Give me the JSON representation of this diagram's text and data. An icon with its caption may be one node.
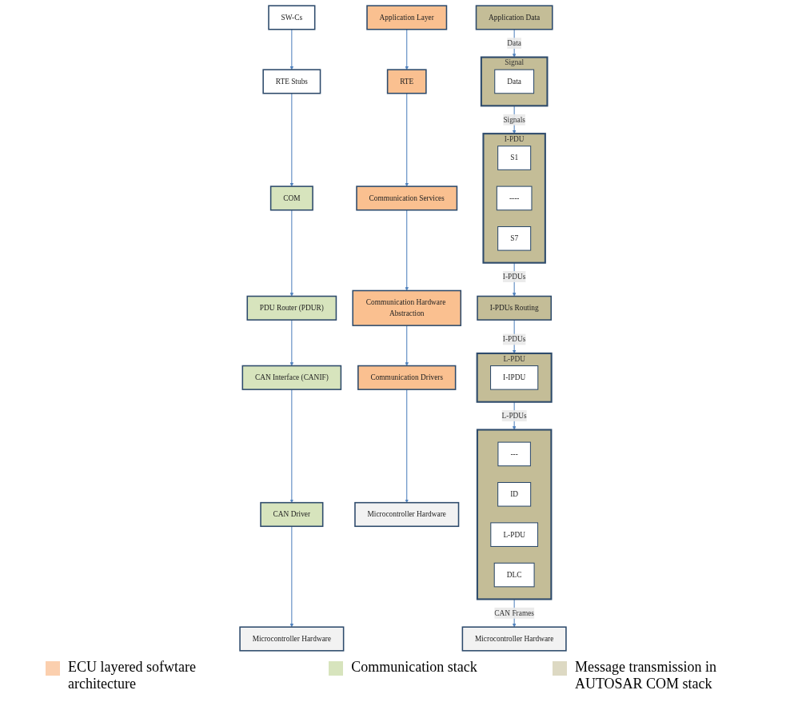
{
  "diagram": {
    "nodes": [
      {
        "text": [
          "Application Layer"
        ]
      },
      {
        "text": [
          "RTE"
        ]
      },
      {
        "text": [
          "Communication Services"
        ]
      },
      {
        "text": [
          "Communication Hardware Abstraction"
        ]
      },
      {
        "text": [
          "Communication Drivers"
        ]
      },
      {
        "text": [
          "Microcontroller Hardware"
        ]
      },
      {
        "text": [
          "SW-Cs"
        ]
      },
      {
        "text": [
          "RTE Stubs"
        ]
      },
      {
        "text": [
          "COM"
        ]
      },
      {
        "text": [
          "PDU Router (PDUR)"
        ]
      },
      {
        "text": [
          "CAN Interface (CANIF)"
        ]
      },
      {
        "text": [
          "CAN Driver"
        ]
      },
      {
        "text": [
          "Microcontroller Hardware"
        ]
      },
      {
        "text": [
          "Application Data"
        ]
      },
      {
        "text": [
          "Signal"
        ]
      },
      {
        "text": [
          "Data"
        ],
        "in": 14
      },
      {
        "text": [
          "I-PDU"
        ]
      },
      {
        "text": [
          "S1"
        ],
        "in": 16
      },
      {
        "text": [
          "----"
        ],
        "in": 16
      },
      {
        "text": [
          "S7"
        ],
        "in": 16
      },
      {
        "text": [
          "I-PDUs Routing"
        ]
      },
      {
        "text": [
          "L-PDU"
        ]
      },
      {
        "text": [
          "I-IPDU"
        ],
        "in": 21
      },
      {
        "text": [],
        "shape": "box"
      },
      {
        "text": [
          "---"
        ],
        "in": 23
      },
      {
        "text": [
          "ID"
        ],
        "in": 23
      },
      {
        "text": [
          "L-PDU"
        ],
        "in": 23
      },
      {
        "text": [
          "DLC"
        ],
        "in": 23
      },
      {
        "text": [
          "Microcontroller Hardware"
        ]
      }
    ],
    "edges": [
      {
        "from": 0,
        "to": 1,
        "arrow": "to"
      },
      {
        "from": 1,
        "to": 2,
        "arrow": "to"
      },
      {
        "from": 2,
        "to": 3,
        "arrow": "to"
      },
      {
        "from": 3,
        "to": 4,
        "arrow": "to"
      },
      {
        "from": 4,
        "to": 5,
        "arrow": "to"
      },
      {
        "from": 6,
        "to": 7,
        "arrow": "to"
      },
      {
        "from": 7,
        "to": 8,
        "arrow": "to"
      },
      {
        "from": 8,
        "to": 9,
        "arrow": "to"
      },
      {
        "from": 9,
        "to": 10,
        "arrow": "to"
      },
      {
        "from": 10,
        "to": 11,
        "arrow": "to"
      },
      {
        "from": 11,
        "to": 12,
        "arrow": "to"
      },
      {
        "from": 13,
        "to": 14,
        "arrow": "to",
        "label": "Data"
      },
      {
        "from": 14,
        "to": 16,
        "arrow": "to",
        "label": "Signals"
      },
      {
        "from": 16,
        "to": 20,
        "arrow": "to",
        "label": "I-PDUs"
      },
      {
        "from": 20,
        "to": 21,
        "arrow": "to",
        "label": "I-PDUs"
      },
      {
        "from": 21,
        "to": 23,
        "arrow": "to",
        "label": "L-PDUs"
      },
      {
        "from": 23,
        "to": 28,
        "arrow": "to",
        "label": "CAN Frames"
      }
    ],
    "legend": [
      {
        "text": "ECU layered sofwtare architecture",
        "color": "#fbcfae"
      },
      {
        "text": "Communication stack",
        "color": "#d7e4bd"
      },
      {
        "text": "Message transmission in AUTOSAR COM stack",
        "color": "#ddd9c3"
      }
    ]
  }
}
